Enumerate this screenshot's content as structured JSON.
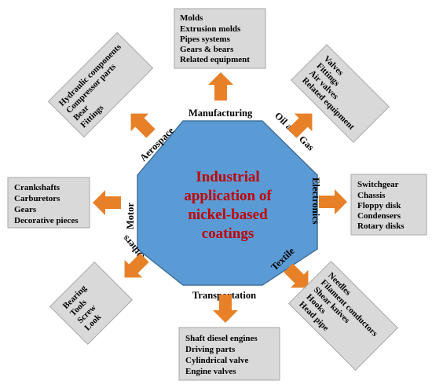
{
  "center": {
    "lines": [
      "Industrial",
      "application  of",
      "nickel-based",
      "coatings"
    ]
  },
  "sectors": {
    "manufacturing": "Manufacturing",
    "oil_gas": "Oil and Gas",
    "electronics": "Electronics",
    "textile": "Textile",
    "transportation": "Transportation",
    "others": "Others",
    "motor": "Motor",
    "aerospace": "Aerospace"
  },
  "applications": {
    "manufacturing": [
      "Molds",
      "Extrusion molds",
      "Pipes systems",
      "Gears & bears",
      "Related equipment"
    ],
    "oil_gas": [
      "Valves",
      "Fittings",
      "Air valves",
      "Related equipment"
    ],
    "electronics": [
      "Switchgear",
      "Chassis",
      "Floppy disk",
      "Condensers",
      "Rotary disks"
    ],
    "textile": [
      "Needles",
      "Filament conductors",
      "Shear knives",
      "Hooks",
      "Head pipe"
    ],
    "transportation": [
      "Shaft diesel engines",
      "Driving parts",
      "Cylindrical valve",
      "Engine valves"
    ],
    "others": [
      "Bearing",
      "Tools",
      "Screw",
      "Look"
    ],
    "motor": [
      "Crankshafts",
      "Carburetors",
      "Gears",
      "Decorative pieces"
    ],
    "aerospace": [
      "Hydraulic components",
      "Compressor parts",
      "Bear",
      "Fittings"
    ]
  },
  "colors": {
    "octagon_fill": "#5b9bd5",
    "title_text": "#c00000",
    "arrow": "#e88028",
    "box_fill": "#d9d9d9"
  }
}
